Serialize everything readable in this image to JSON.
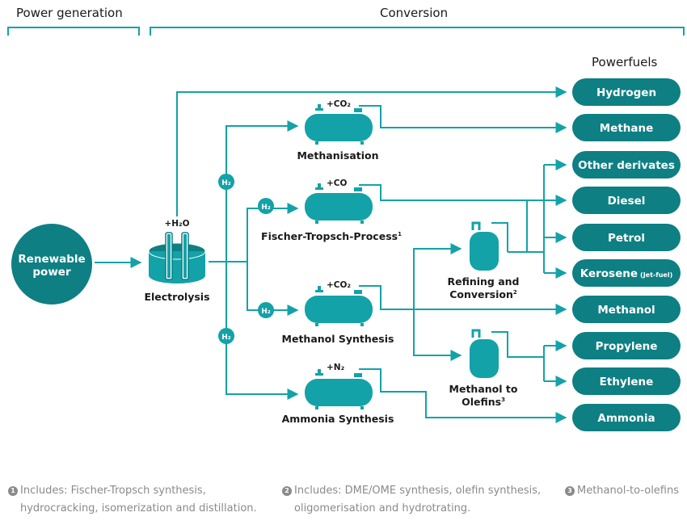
{
  "headers": {
    "power_generation": "Power generation",
    "conversion": "Conversion",
    "powerfuels": "Powerfuels"
  },
  "source": {
    "label": "Renewable power",
    "line1": "Renewable",
    "line2": "power"
  },
  "electrolysis": {
    "label": "Electrolysis",
    "feed": "+H₂O"
  },
  "h2_badge": "H₂",
  "processes": {
    "methanisation": {
      "label": "Methanisation",
      "feed": "+CO₂"
    },
    "fischer_tropsch": {
      "label": "Fischer-Tropsch-Process",
      "sup": "1",
      "feed": "+CO"
    },
    "methanol_synthesis": {
      "label": "Methanol Synthesis",
      "feed": "+CO₂"
    },
    "ammonia_synthesis": {
      "label": "Ammonia Synthesis",
      "feed": "+N₂"
    },
    "refining": {
      "line1": "Refining and",
      "line2": "Conversion",
      "sup": "2"
    },
    "mto": {
      "line1": "Methanol to",
      "line2": "Olefins",
      "sup": "3"
    }
  },
  "products": [
    {
      "id": "hydrogen",
      "label": "Hydrogen"
    },
    {
      "id": "methane",
      "label": "Methane"
    },
    {
      "id": "other-derivates",
      "label": "Other derivates"
    },
    {
      "id": "diesel",
      "label": "Diesel"
    },
    {
      "id": "petrol",
      "label": "Petrol"
    },
    {
      "id": "kerosene",
      "label": "Kerosene",
      "sub": "(Jet-fuel)"
    },
    {
      "id": "methanol",
      "label": "Methanol"
    },
    {
      "id": "propylene",
      "label": "Propylene"
    },
    {
      "id": "ethylene",
      "label": "Ethylene"
    },
    {
      "id": "ammonia",
      "label": "Ammonia"
    }
  ],
  "footnotes": [
    {
      "num": "1",
      "line1": "Includes: Fischer-Tropsch synthesis,",
      "line2": "hydrocracking, isomerization and distillation."
    },
    {
      "num": "2",
      "line1": "Includes: DME/OME synthesis, olefin synthesis,",
      "line2": "oligomerisation and hydrotrating."
    },
    {
      "num": "3",
      "line1": "Methanol-to-olefins",
      "line2": ""
    }
  ],
  "colors": {
    "teal": "#13a2a8",
    "dark_teal": "#0e7f83",
    "text": "#1a1a1a",
    "footnote": "#8a8a8a"
  }
}
